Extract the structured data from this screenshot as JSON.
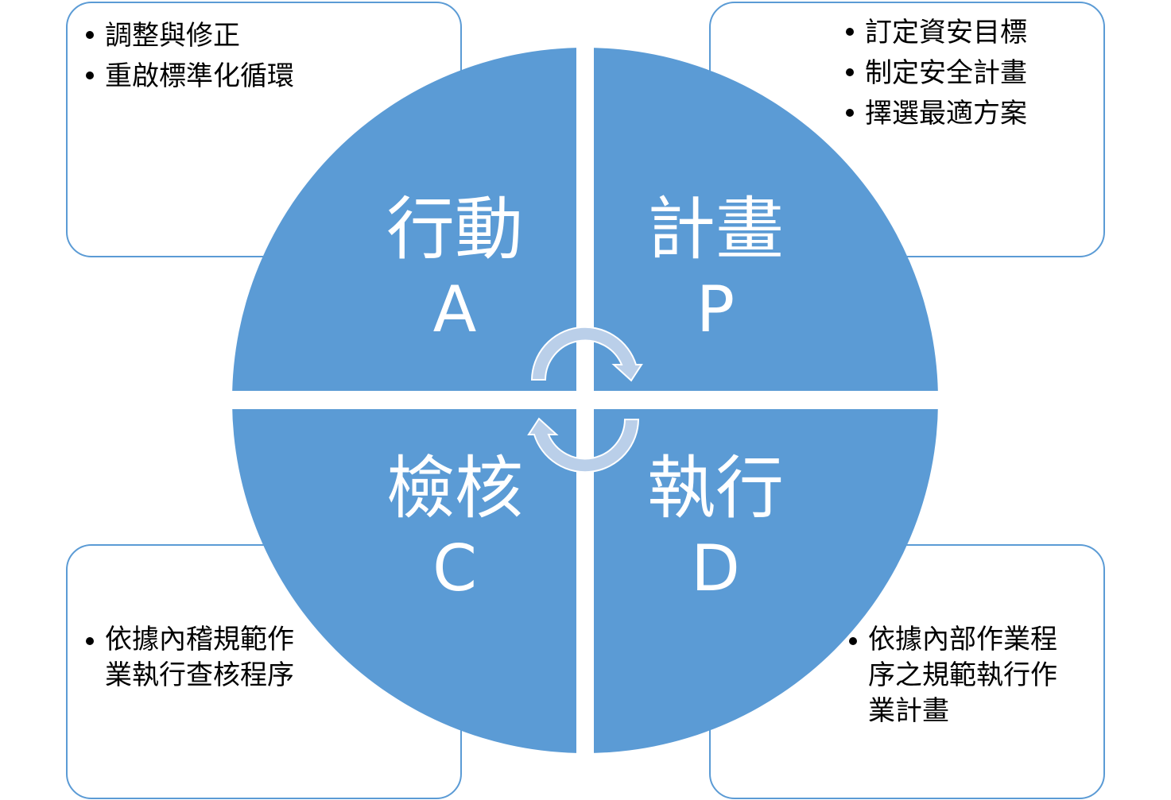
{
  "colors": {
    "quadrant": "#5b9bd5",
    "arrow": "#bacfe9",
    "border": "#5b9bd5"
  },
  "quadrants": {
    "act": {
      "title": "行動",
      "letter": "A",
      "items": [
        "調整與修正",
        "重啟標準化循環"
      ]
    },
    "plan": {
      "title": "計畫",
      "letter": "P",
      "items": [
        "訂定資安目標",
        "制定安全計畫",
        "擇選最適方案"
      ]
    },
    "check": {
      "title": "檢核",
      "letter": "C",
      "items": [
        "依據內稽規範作\n業執行查核程序"
      ]
    },
    "do": {
      "title": "執行",
      "letter": "D",
      "items": [
        "依據內部作業程\n序之規範執行作\n業計畫"
      ]
    }
  }
}
